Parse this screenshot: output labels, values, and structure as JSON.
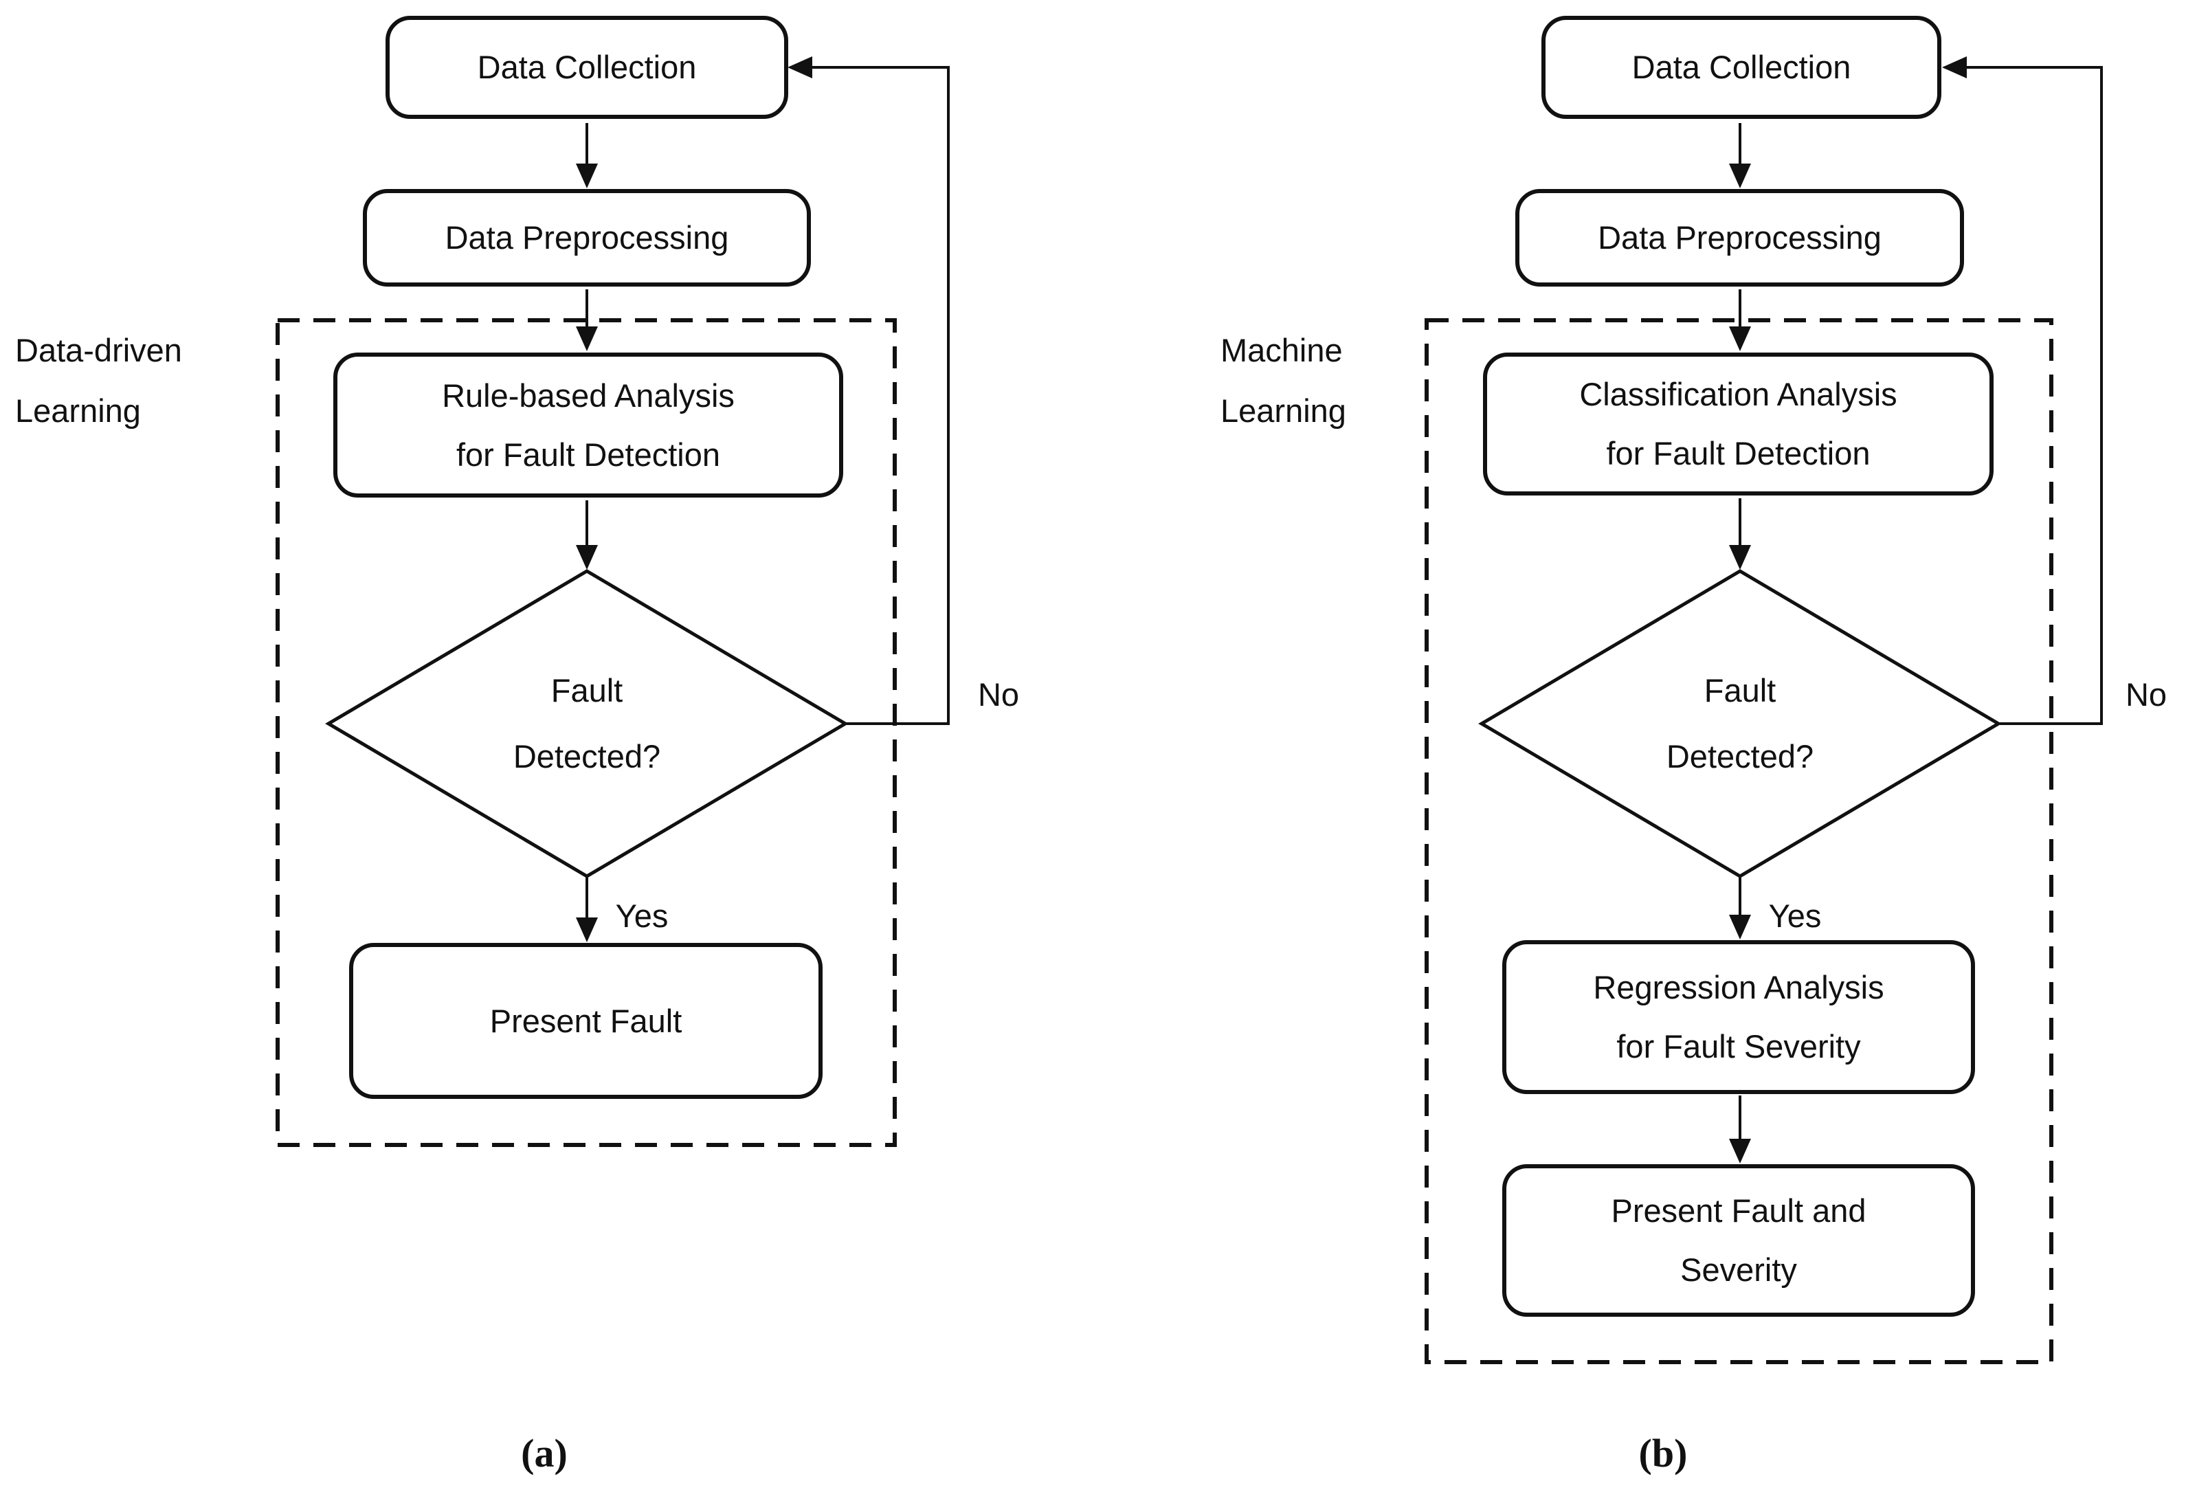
{
  "colors": {
    "ink": "#111111",
    "background": "#ffffff"
  },
  "charts": [
    {
      "caption": "(a)",
      "group_label": {
        "line1": "Data-driven",
        "line2": "Learning"
      },
      "nodes": {
        "data_collection": "Data Collection",
        "data_preprocessing": "Data Preprocessing",
        "analysis_line1": "Rule-based Analysis",
        "analysis_line2": "for Fault Detection",
        "decision_line1": "Fault",
        "decision_line2": "Detected?",
        "outcome": "Present Fault"
      },
      "edge_labels": {
        "no": "No",
        "yes": "Yes"
      }
    },
    {
      "caption": "(b)",
      "group_label": {
        "line1": "Machine",
        "line2": "Learning"
      },
      "nodes": {
        "data_collection": "Data Collection",
        "data_preprocessing": "Data Preprocessing",
        "analysis_line1": "Classification Analysis",
        "analysis_line2": "for Fault Detection",
        "decision_line1": "Fault",
        "decision_line2": "Detected?",
        "regression_line1": "Regression Analysis",
        "regression_line2": "for Fault Severity",
        "outcome_line1": "Present Fault and",
        "outcome_line2": "Severity"
      },
      "edge_labels": {
        "no": "No",
        "yes": "Yes"
      }
    }
  ]
}
